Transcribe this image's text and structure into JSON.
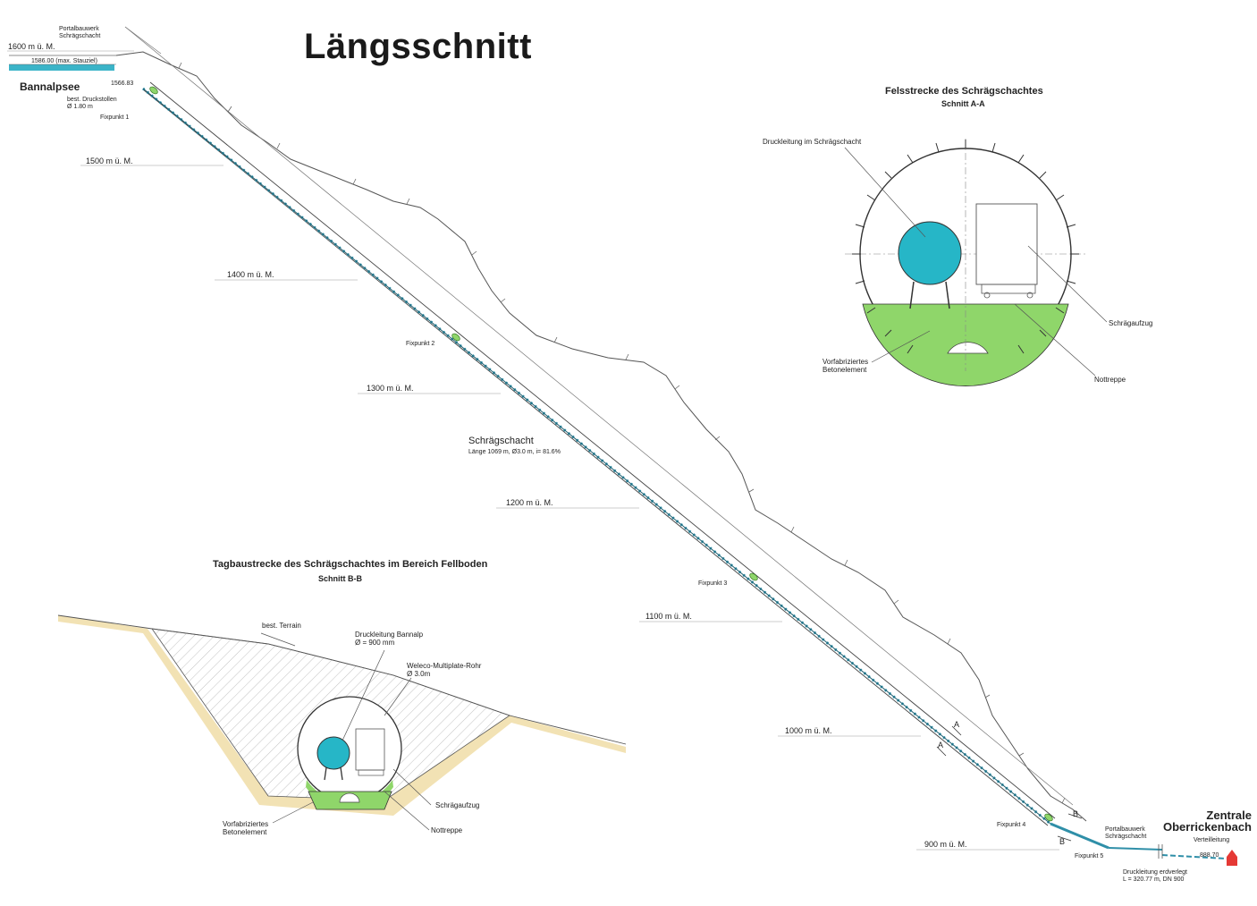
{
  "title": "Längsschnitt",
  "portal_top": {
    "line1": "Portalbauwerk",
    "line2": "Schrägschacht"
  },
  "lake": {
    "name": "Bannalpsee",
    "level_label": "1586.00 (max. Stauziel)",
    "point_label": "1566.83",
    "color": "#3bb4c8"
  },
  "existing_tunnel": {
    "line1": "best. Druckstollen",
    "line2": "Ø 1.80 m"
  },
  "elevations": [
    "1600 m ü. M.",
    "1500 m ü. M.",
    "1400 m ü. M.",
    "1300 m ü. M.",
    "1200 m ü. M.",
    "1100 m ü. M.",
    "1000 m ü. M.",
    "900 m ü. M."
  ],
  "fixpoints": [
    "Fixpunkt 1",
    "Fixpunkt 2",
    "Fixpunkt 3",
    "Fixpunkt 4",
    "Fixpunkt 5"
  ],
  "shaft": {
    "name": "Schrägschacht",
    "spec": "Länge 1069 m, Ø3.0 m, i= 81.6%"
  },
  "section_a": {
    "title": "Felsstrecke des Schrägschachtes",
    "subtitle": "Schnitt A-A",
    "pipe": "Druckleitung im Schrägschacht",
    "lift": "Schrägaufzug",
    "element_line1": "Vorfabriziertes",
    "element_line2": "Betonelement",
    "stairs": "Nottreppe"
  },
  "section_b": {
    "title": "Tagbaustrecke des Schrägschachtes im Bereich Fellboden",
    "subtitle": "Schnitt B-B",
    "terrain": "best. Terrain",
    "pipe_line1": "Druckleitung Bannalp",
    "pipe_line2": "Ø = 900 mm",
    "tube_line1": "Weleco-Multiplate-Rohr",
    "tube_line2": "Ø 3.0m",
    "lift": "Schrägaufzug",
    "element_line1": "Vorfabriziertes",
    "element_line2": "Betonelement",
    "stairs": "Nottreppe"
  },
  "portal_bottom": {
    "line1": "Portalbauwerk",
    "line2": "Schrägschacht"
  },
  "plant": {
    "line1": "Zentrale",
    "line2": "Oberrickenbach",
    "sub": "Verteilleitung",
    "level": "888.70"
  },
  "buried_pipe": {
    "line1": "Druckleitung erdverlegt",
    "line2": "L = 320.77 m, DN 900"
  },
  "section_marks": {
    "a": "A",
    "b": "B"
  },
  "colors": {
    "water": "#3bb4c8",
    "ground": "#8fd66a",
    "sand": "#f2e2b4",
    "pipe_dot": "#2f8fa8"
  }
}
